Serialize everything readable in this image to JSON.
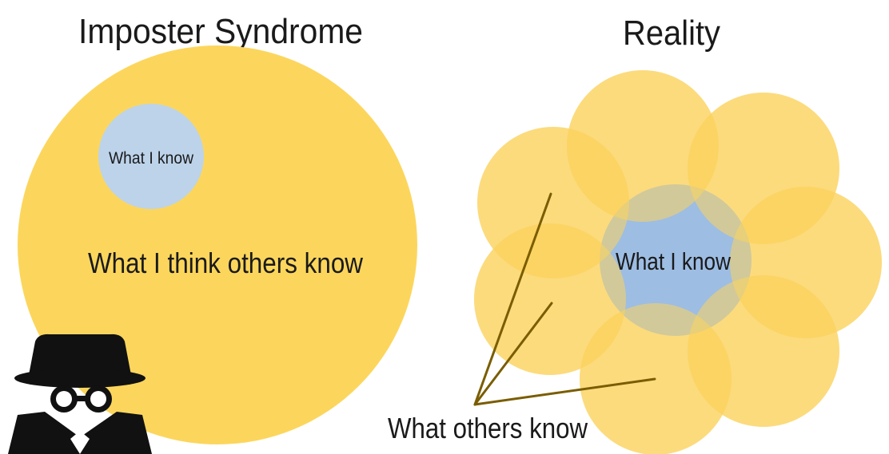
{
  "left_panel": {
    "title": "Imposter Syndrome",
    "big_label": "What I think others know",
    "small_label": "What I know"
  },
  "right_panel": {
    "title": "Reality",
    "center_label": "What I know",
    "pointer_label": "What others know"
  },
  "icons": {
    "spy": "spy-incognito-icon"
  },
  "colors": {
    "big_circle": "#fcd65c",
    "known": "#bcd3ea",
    "known_reality": "#9dbde3",
    "petal": "#fcd35e",
    "pointer_line": "#7a5d00"
  }
}
